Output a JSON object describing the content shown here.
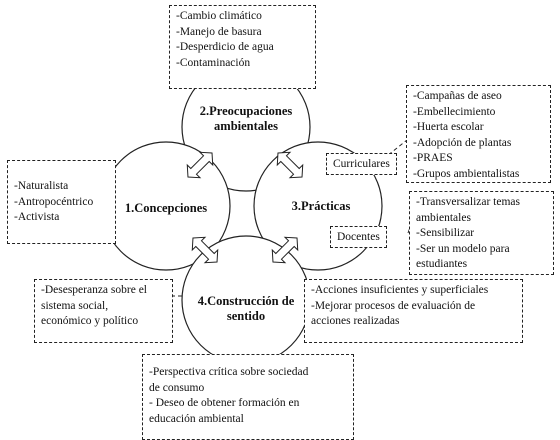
{
  "circles": {
    "preocupaciones": {
      "line1": "2.Preocupaciones",
      "line2": "ambientales"
    },
    "concepciones": {
      "label": "1.Concepciones"
    },
    "practicas": {
      "label": "3.Prácticas"
    },
    "construccion": {
      "line1": "4.Construcción de",
      "line2": "sentido"
    }
  },
  "boxes": {
    "preocupaciones": [
      "-Cambio climático",
      "-Manejo de basura",
      "-Desperdicio de agua",
      "-Contaminación"
    ],
    "concepciones": [
      "-Naturalista",
      "-Antropocéntrico",
      "-Activista"
    ],
    "practicas_curriculares": [
      "-Campañas de aseo",
      "-Embellecimiento",
      "-Huerta escolar",
      "-Adopción de plantas",
      "-PRAES",
      "-Grupos ambientalistas"
    ],
    "practicas_docentes": [
      "-Transversalizar temas",
      "ambientales",
      "-Sensibilizar",
      "-Ser un modelo para",
      "estudiantes"
    ],
    "desesperanza": [
      "-Desesperanza sobre el",
      "sistema social,",
      "económico y político"
    ],
    "acciones": [
      "-Acciones insuficientes y superficiales",
      "-Mejorar procesos de evaluación de",
      "acciones realizadas"
    ],
    "perspectiva": [
      "-Perspectiva crítica sobre sociedad",
      "de consumo",
      "- Deseo de obtener formación en",
      "educación ambiental"
    ]
  },
  "tags": {
    "curriculares": "Curriculares",
    "docentes": "Docentes"
  }
}
